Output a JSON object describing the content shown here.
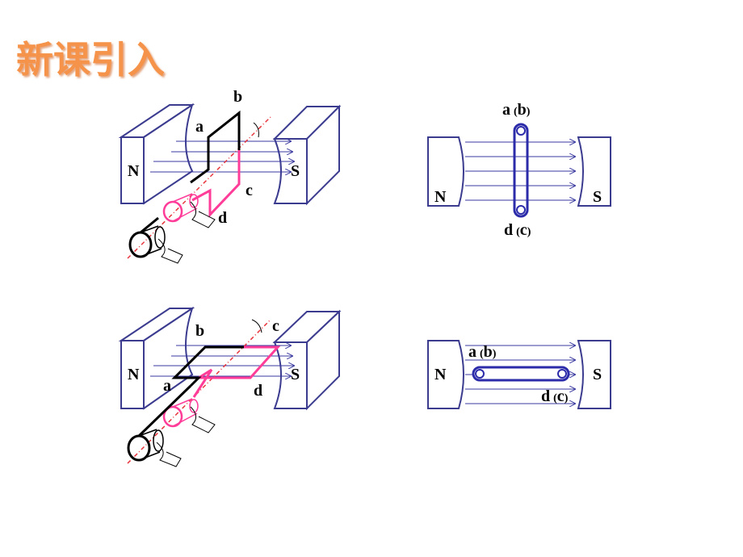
{
  "title": "新课引入",
  "colors": {
    "title": "#f4934a",
    "magnet": "#3b3b8f",
    "field": "#3a3aa0",
    "coil_front": "#000000",
    "coil_back": "#ff3d99",
    "axis": "#e8353d",
    "loop": "#2c2caa"
  },
  "top_left": {
    "north": "N",
    "south": "S",
    "a": "a",
    "b": "b",
    "c": "c",
    "d": "d"
  },
  "top_right": {
    "north": "N",
    "south": "S",
    "top_a": "a",
    "top_b": "b",
    "bottom_d": "d",
    "bottom_c": "c"
  },
  "bottom_left": {
    "north": "N",
    "south": "S",
    "a": "a",
    "b": "b",
    "c": "c",
    "d": "d"
  },
  "bottom_right": {
    "north": "N",
    "south": "S",
    "a": "a",
    "b": "b",
    "d": "d",
    "c": "c"
  }
}
